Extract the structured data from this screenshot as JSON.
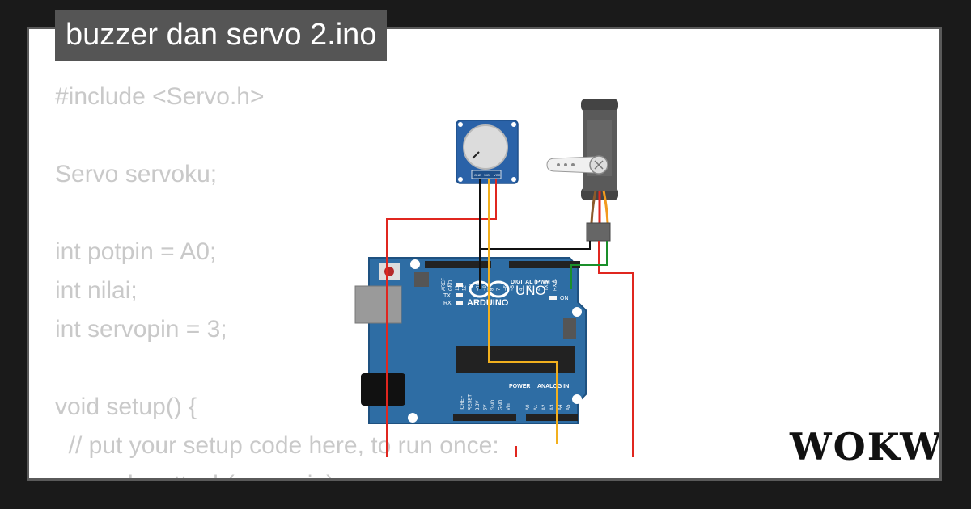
{
  "title": "buzzer dan servo 2.ino",
  "code_lines": [
    "#include <Servo.h>",
    "",
    "Servo servoku;",
    "",
    "int potpin = A0;",
    "int nilai;",
    "int servopin = 3;",
    "",
    "void setup() {",
    "  // put your setup code here, to run once:",
    "  servoku.attach(servopin);"
  ],
  "brand": "WOKWi",
  "circuit": {
    "pot_pins": [
      "GND",
      "SIG",
      "VCC"
    ],
    "board_logo": "ARDUINO",
    "board_model": "UNO",
    "digital_header": "DIGITAL (PWM ~)",
    "power_header": "POWER",
    "analog_header": "ANALOG IN",
    "on_label": "ON",
    "led_l": "L",
    "led_tx": "TX",
    "led_rx": "RX",
    "top_pins": [
      "AREF",
      "GND",
      "13",
      "12",
      "~11",
      "~10",
      "~9",
      "8",
      "7",
      "~6",
      "~5",
      "4",
      "~3",
      "2",
      "TX 1",
      "RX 0"
    ],
    "bottom_pins": [
      "IOREF",
      "RESET",
      "3.3V",
      "5V",
      "GND",
      "GND",
      "Vin",
      "A0",
      "A1",
      "A2",
      "A3",
      "A4",
      "A5"
    ]
  },
  "colors": {
    "board": "#2e6da4",
    "wire_red": "#e0261f",
    "wire_black": "#111111",
    "wire_yellow": "#f2b01e",
    "wire_green": "#1a8f2a",
    "servo_body": "#555555",
    "pot_board": "#2a62a8"
  }
}
